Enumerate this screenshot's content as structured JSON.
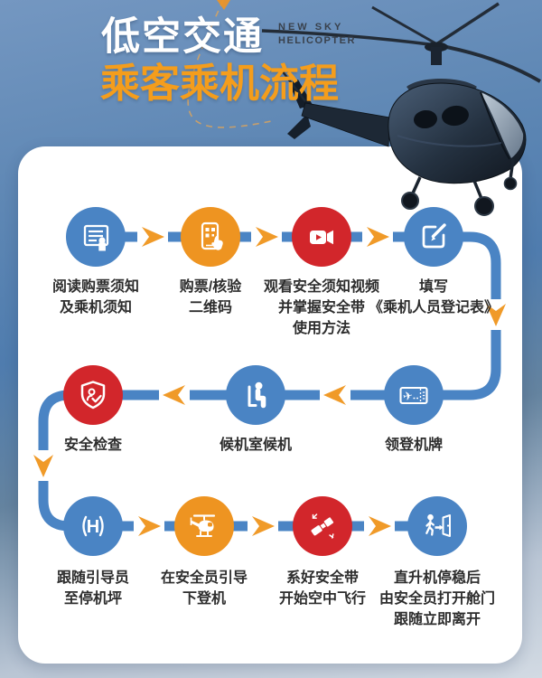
{
  "header": {
    "title": "低空交通",
    "subtitle": "乘客乘机流程",
    "brand_line1": "NEW SKY",
    "brand_line2": "HELICOPTER"
  },
  "colors": {
    "blue": "#4a84c4",
    "orange": "#ee9421",
    "red": "#d2262b",
    "arrow_orange": "#f09a28",
    "title_orange": "#f49d1c",
    "line_blue": "#4a84c4",
    "label_text": "#2d2d2d",
    "card_bg": "#ffffff"
  },
  "steps": [
    {
      "icon": "document-notice-icon",
      "color": "blue",
      "lines": [
        "阅读购票须知",
        "及乘机须知"
      ]
    },
    {
      "icon": "phone-qr-icon",
      "color": "orange",
      "lines": [
        "购票/核验",
        "二维码"
      ]
    },
    {
      "icon": "video-icon",
      "color": "red",
      "lines": [
        "观看安全须知视频",
        "并掌握安全带",
        "使用方法"
      ]
    },
    {
      "icon": "edit-form-icon",
      "color": "blue",
      "lines": [
        "填写",
        "《乘机人员登记表》"
      ]
    },
    {
      "icon": "boarding-pass-icon",
      "color": "blue",
      "lines": [
        "领登机牌"
      ]
    },
    {
      "icon": "seated-person-icon",
      "color": "blue",
      "lines": [
        "候机室候机"
      ]
    },
    {
      "icon": "security-shield-icon",
      "color": "red",
      "lines": [
        "安全检查"
      ]
    },
    {
      "icon": "helipad-icon",
      "color": "blue",
      "lines": [
        "跟随引导员",
        "至停机坪"
      ]
    },
    {
      "icon": "helicopter-icon",
      "color": "orange",
      "lines": [
        "在安全员引导",
        "下登机"
      ]
    },
    {
      "icon": "seatbelt-icon",
      "color": "red",
      "lines": [
        "系好安全带",
        "开始空中飞行"
      ]
    },
    {
      "icon": "exit-door-icon",
      "color": "blue",
      "lines": [
        "直升机停稳后",
        "由安全员打开舱门",
        "跟随立即离开"
      ]
    }
  ]
}
